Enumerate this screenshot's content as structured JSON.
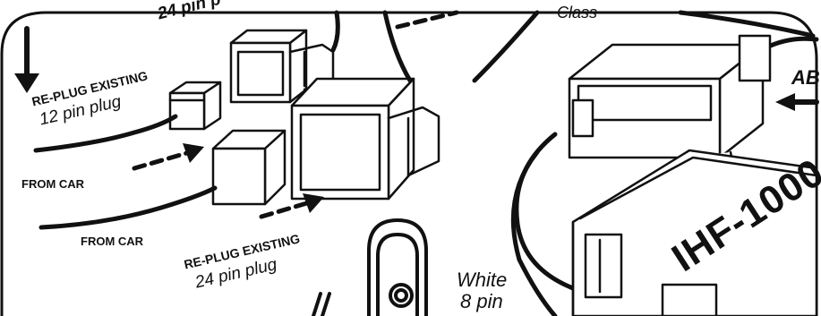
{
  "labels": {
    "top_partial_a": "24 pin p",
    "top_partial_b": "Class",
    "replug_12_line1": "RE-PLUG EXISTING",
    "replug_12_line2": "12 pin plug",
    "from_car_1": "FROM CAR",
    "from_car_2": "FROM CAR",
    "replug_24_line1": "RE-PLUG EXISTING",
    "replug_24_line2": "24 pin plug",
    "module_name": "IHF-1000",
    "white_8pin_line1": "White",
    "white_8pin_line2": "8 pin",
    "right_partial": "AB"
  }
}
